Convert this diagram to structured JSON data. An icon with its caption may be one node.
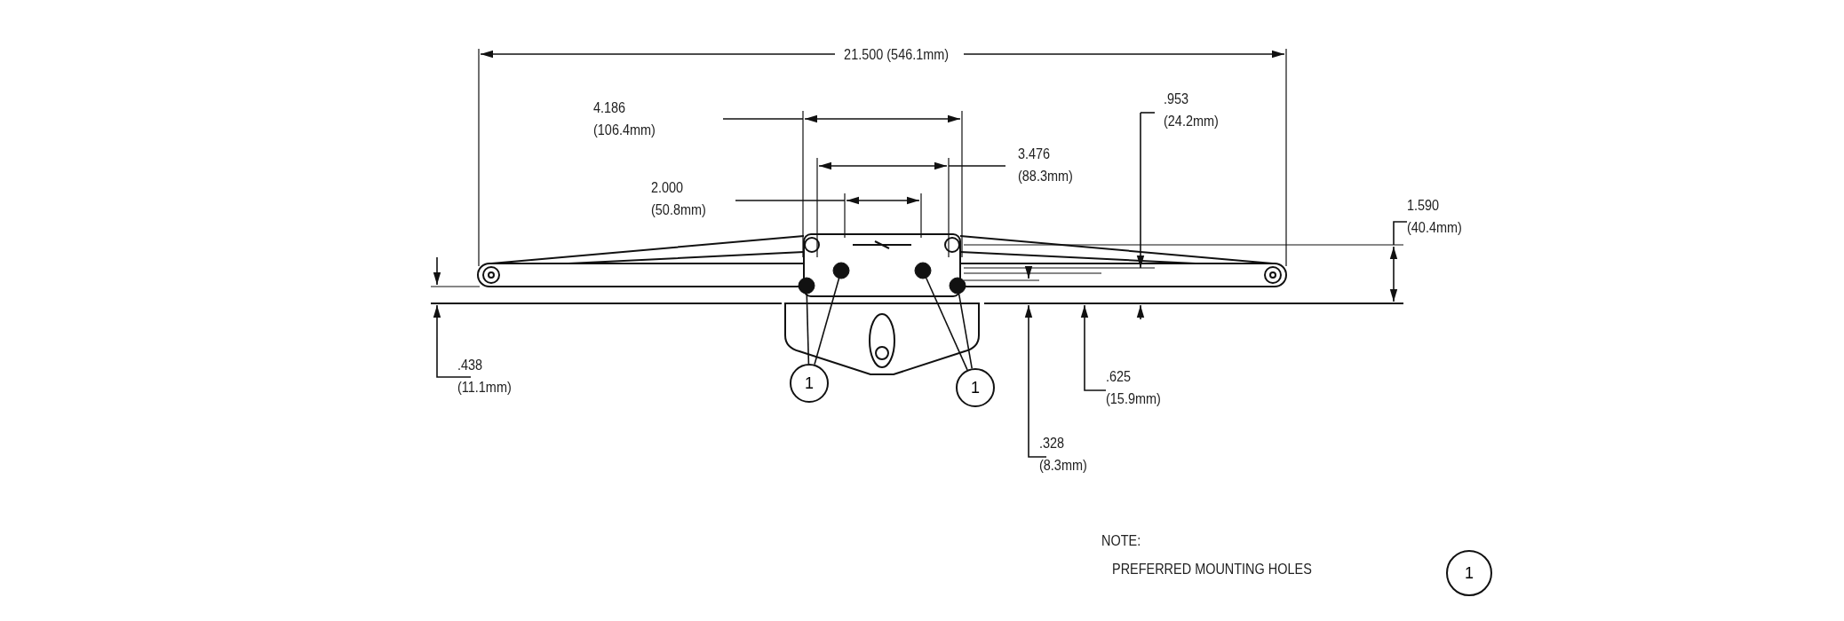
{
  "diagram": {
    "nodes": [
      {
        "text": [
          "1"
        ]
      },
      {
        "text": [
          "1"
        ]
      },
      {
        "text": [],
        "shape": "circle"
      },
      {
        "text": [],
        "shape": "circle"
      },
      {
        "text": [],
        "shape": "circle"
      },
      {
        "text": [],
        "shape": "circle"
      }
    ],
    "edges": [
      {
        "from": 0,
        "to": 2,
        "arrow": "none"
      },
      {
        "from": 0,
        "to": 3,
        "arrow": "none"
      },
      {
        "from": 1,
        "to": 4,
        "arrow": "none"
      },
      {
        "from": 1,
        "to": 5,
        "arrow": "none"
      }
    ],
    "labels": [
      "21.500 (546.1mm)",
      ".953 (24.2mm)",
      "4.186 (106.4mm)",
      "3.476 (88.3mm)",
      "2.000 (50.8mm)",
      "1.590 (40.4mm)",
      ".438 (11.1mm)",
      ".625 (15.9mm)",
      ".328 (8.3mm)",
      "NOTE:",
      "PREFERRED MOUNTING HOLES",
      "1"
    ]
  }
}
